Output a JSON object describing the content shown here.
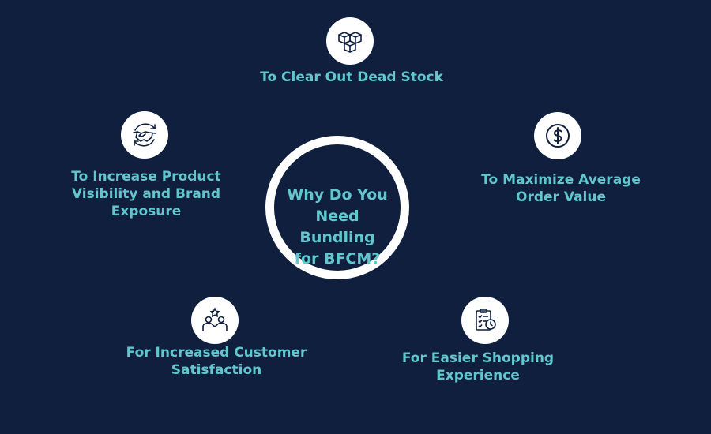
{
  "center": {
    "title_lines": [
      "Why Do You",
      "Need Bundling",
      "for BFCM?"
    ]
  },
  "items": [
    {
      "icon": "boxes-icon",
      "lines": [
        "To Clear Out Dead Stock"
      ]
    },
    {
      "icon": "dollar-icon",
      "lines": [
        "To Maximize Average",
        "Order Value"
      ]
    },
    {
      "icon": "clipboard-clock-icon",
      "lines": [
        "For Easier Shopping",
        "Experience"
      ]
    },
    {
      "icon": "customers-star-icon",
      "lines": [
        "For Increased Customer",
        "Satisfaction"
      ]
    },
    {
      "icon": "handshake-icon",
      "lines": [
        "To Increase Product",
        "Visibility and Brand",
        "Exposure"
      ]
    }
  ],
  "colors": {
    "background": "#0f1f3d",
    "accent_text": "#5fc7cd",
    "icon_bg": "#ffffff",
    "icon_stroke": "#0f1f3d"
  }
}
